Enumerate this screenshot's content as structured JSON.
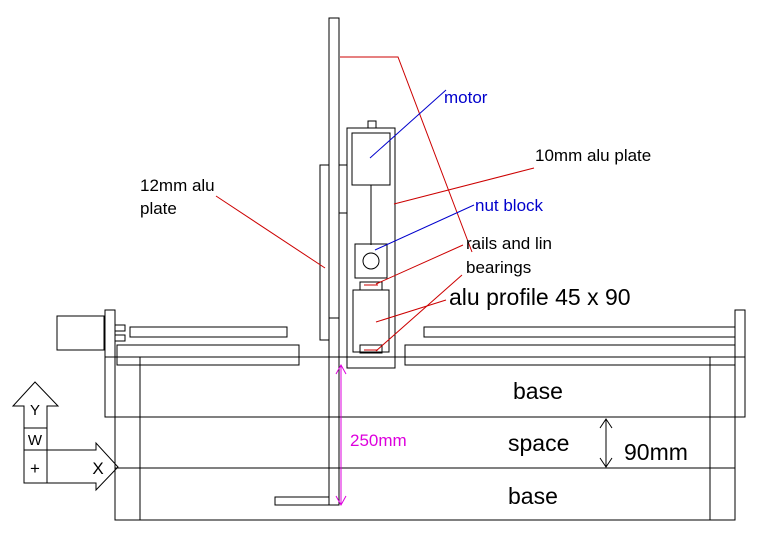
{
  "diagram": {
    "title": "CNC gantry side cross-section",
    "colors": {
      "outline": "#000000",
      "red_leader": "#cc0000",
      "blue_leader": "#0000cc",
      "blue_text": "#0000cc",
      "magenta": "#dd00dd",
      "black_text": "#000000"
    },
    "labels": {
      "motor": "motor",
      "plate_10mm": "10mm alu plate",
      "plate_12mm_line1": "12mm alu",
      "plate_12mm_line2": "plate",
      "nut_block": "nut block",
      "rails_line1": "rails and lin",
      "rails_line2": "bearings",
      "alu_profile": "alu profile 45 x 90",
      "base_top": "base",
      "space": "space",
      "base_bottom": "base",
      "dim_90mm": "90mm",
      "dim_250mm": "250mm"
    },
    "axis_symbol": {
      "y_letter": "Y",
      "w_letter": "W",
      "plus": "+",
      "x_letter": "X"
    }
  }
}
